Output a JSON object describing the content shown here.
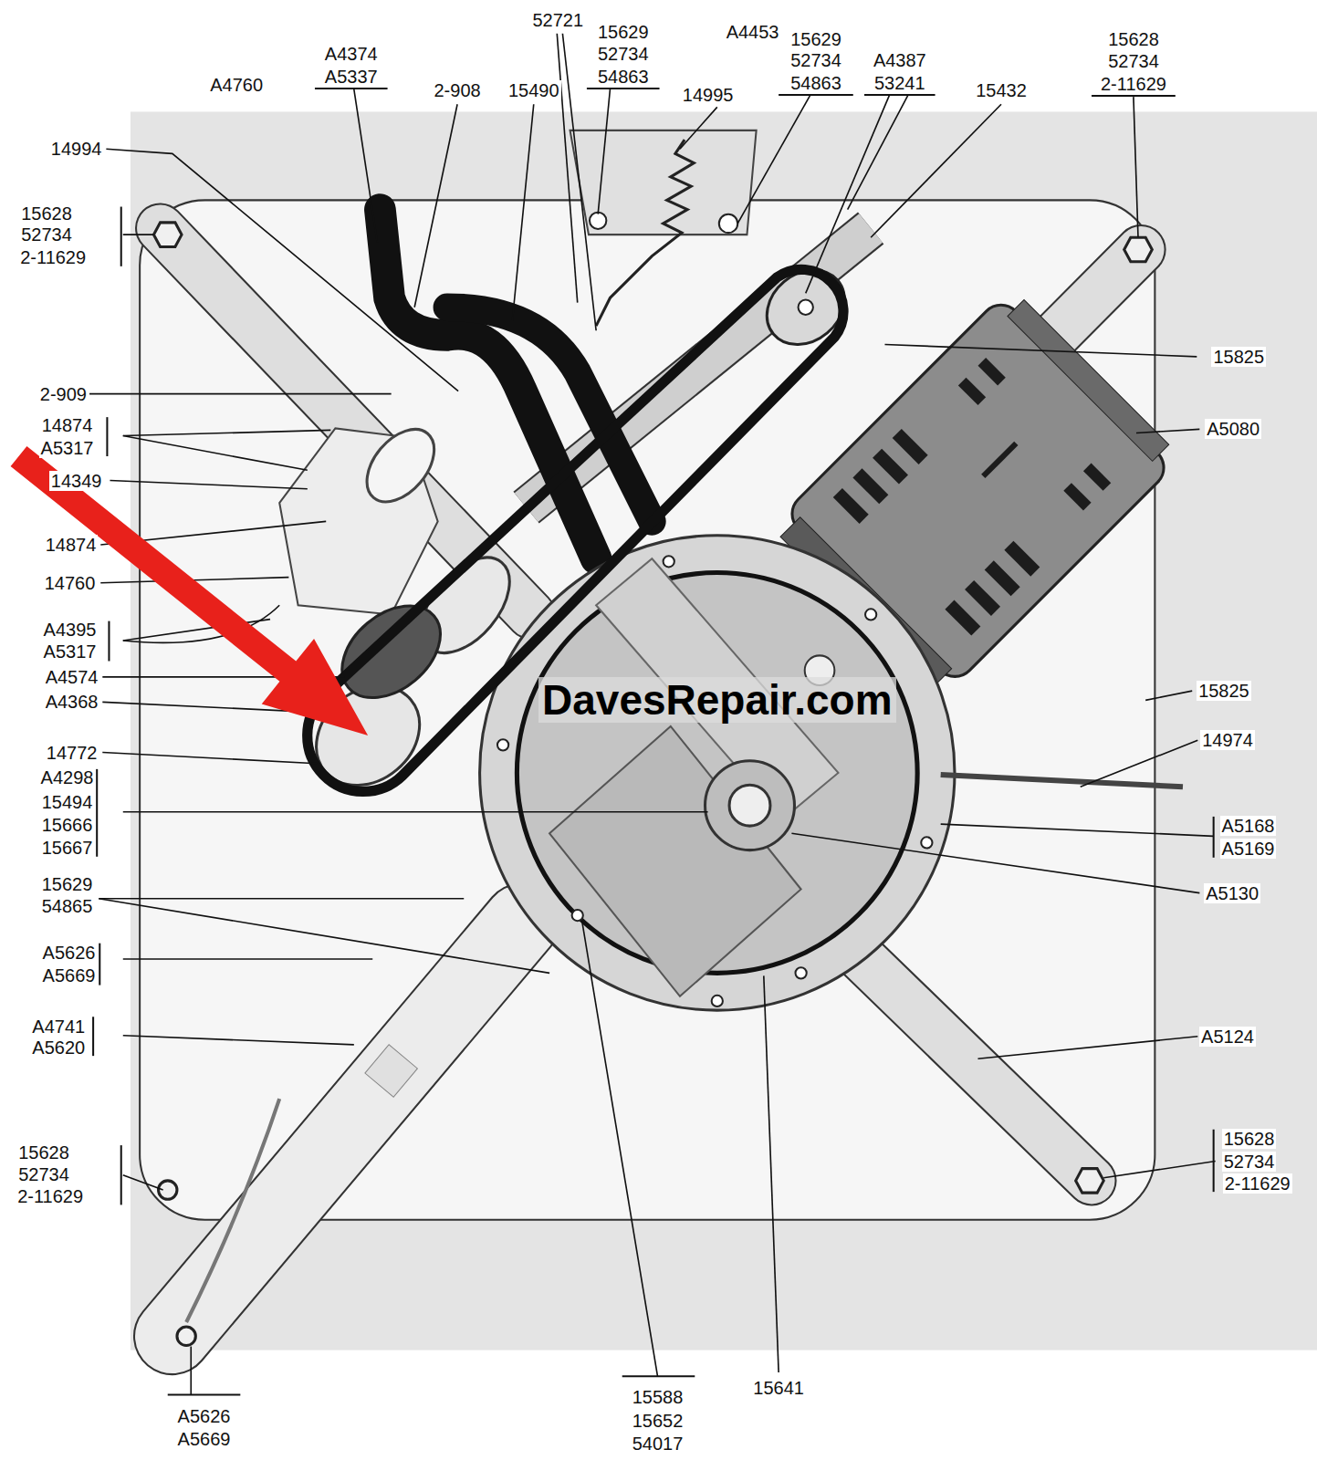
{
  "diagram": {
    "labels": [
      "52721",
      "15629",
      "52734",
      "54863",
      "A4453",
      "15629",
      "52734",
      "54863",
      "15628",
      "52734",
      "2-11629",
      "A4374",
      "A5337",
      "A4387",
      "53241",
      "A4760",
      "2-908",
      "15490",
      "14995",
      "15432",
      "14994",
      "15628",
      "52734",
      "2-11629",
      "15825",
      "2-909",
      "14874",
      "A5317",
      "A5080",
      "14349",
      "14874",
      "14760",
      "A4395",
      "A5317",
      "A4574",
      "15825",
      "DavesRepair.com",
      "A4368",
      "14974",
      "14772",
      "A4298",
      "15494",
      "15666",
      "A5168",
      "15667",
      "A5169",
      "15629",
      "A5130",
      "54865",
      "A5626",
      "A5669",
      "A4741",
      "A5124",
      "A5620",
      "15628",
      "15628",
      "52734",
      "52734",
      "2-11629",
      "2-11629",
      "15641",
      "15588",
      "A5626",
      "15652",
      "A5669",
      "54017"
    ]
  }
}
